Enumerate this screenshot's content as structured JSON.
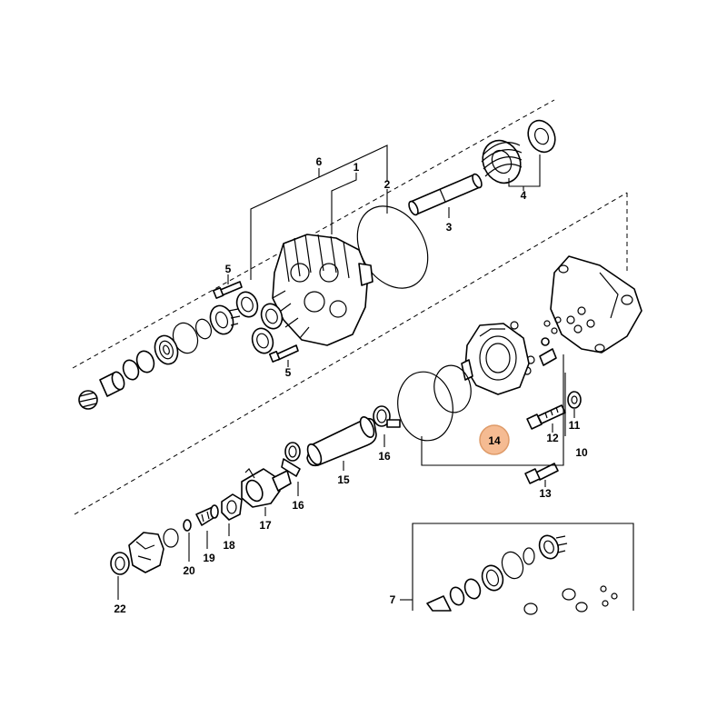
{
  "diagram": {
    "highlight_color": "#f4b07f",
    "highlight_stroke": "#d98a50",
    "callouts": {
      "c1": "1",
      "c2": "2",
      "c3": "3",
      "c4": "4",
      "c5a": "5",
      "c5b": "5",
      "c6": "6",
      "c7": "7",
      "c10": "10",
      "c11": "11",
      "c12": "12",
      "c13": "13",
      "c14": "14",
      "c15": "15",
      "c16a": "16",
      "c16b": "16",
      "c17": "17",
      "c18": "18",
      "c19": "19",
      "c20": "20",
      "c22": "22"
    }
  }
}
